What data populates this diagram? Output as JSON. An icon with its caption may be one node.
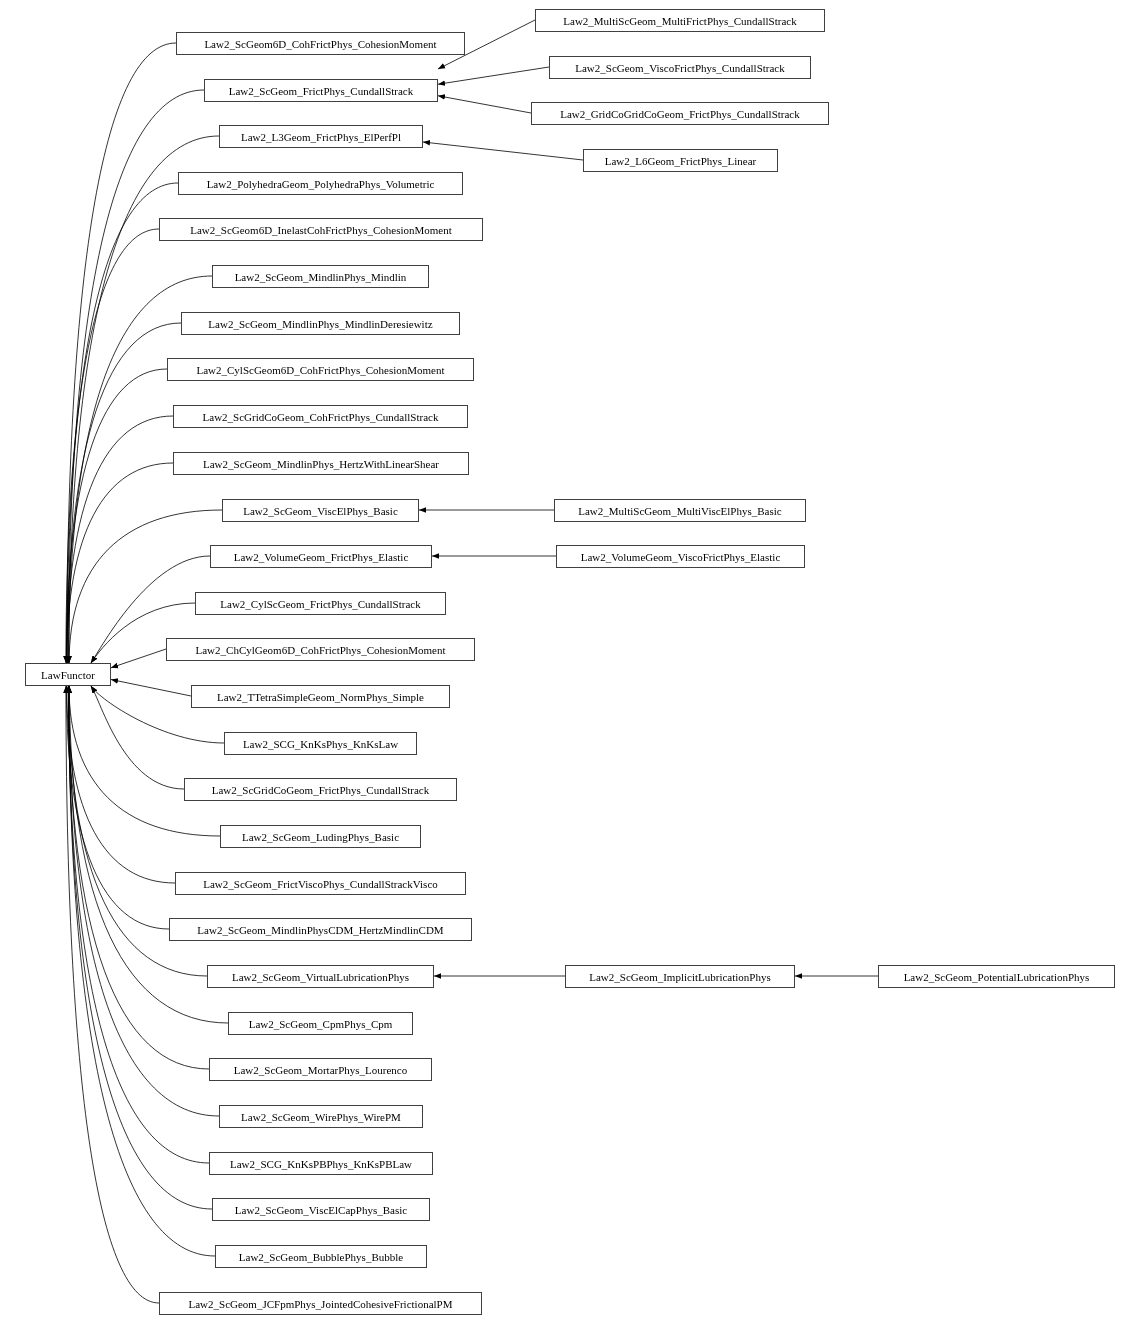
{
  "diagram": {
    "nodes": [
      {
        "text": [
          "LawFunctor"
        ]
      },
      {
        "text": [
          "Law2_ScGeom6D_CohFrictPhys_CohesionMoment"
        ]
      },
      {
        "text": [
          "Law2_ScGeom_FrictPhys_CundallStrack"
        ]
      },
      {
        "text": [
          "Law2_L3Geom_FrictPhys_ElPerfPl"
        ]
      },
      {
        "text": [
          "Law2_PolyhedraGeom_PolyhedraPhys_Volumetric"
        ]
      },
      {
        "text": [
          "Law2_ScGeom6D_InelastCohFrictPhys_CohesionMoment"
        ]
      },
      {
        "text": [
          "Law2_ScGeom_MindlinPhys_Mindlin"
        ]
      },
      {
        "text": [
          "Law2_ScGeom_MindlinPhys_MindlinDeresiewitz"
        ]
      },
      {
        "text": [
          "Law2_CylScGeom6D_CohFrictPhys_CohesionMoment"
        ]
      },
      {
        "text": [
          "Law2_ScGridCoGeom_CohFrictPhys_CundallStrack"
        ]
      },
      {
        "text": [
          "Law2_ScGeom_MindlinPhys_HertzWithLinearShear"
        ]
      },
      {
        "text": [
          "Law2_ScGeom_ViscElPhys_Basic"
        ]
      },
      {
        "text": [
          "Law2_VolumeGeom_FrictPhys_Elastic"
        ]
      },
      {
        "text": [
          "Law2_CylScGeom_FrictPhys_CundallStrack"
        ]
      },
      {
        "text": [
          "Law2_ChCylGeom6D_CohFrictPhys_CohesionMoment"
        ]
      },
      {
        "text": [
          "Law2_TTetraSimpleGeom_NormPhys_Simple"
        ]
      },
      {
        "text": [
          "Law2_SCG_KnKsPhys_KnKsLaw"
        ]
      },
      {
        "text": [
          "Law2_ScGridCoGeom_FrictPhys_CundallStrack"
        ]
      },
      {
        "text": [
          "Law2_ScGeom_LudingPhys_Basic"
        ]
      },
      {
        "text": [
          "Law2_ScGeom_FrictViscoPhys_CundallStrackVisco"
        ]
      },
      {
        "text": [
          "Law2_ScGeom_MindlinPhysCDM_HertzMindlinCDM"
        ]
      },
      {
        "text": [
          "Law2_ScGeom_VirtualLubricationPhys"
        ]
      },
      {
        "text": [
          "Law2_ScGeom_CpmPhys_Cpm"
        ]
      },
      {
        "text": [
          "Law2_ScGeom_MortarPhys_Lourenco"
        ]
      },
      {
        "text": [
          "Law2_ScGeom_WirePhys_WirePM"
        ]
      },
      {
        "text": [
          "Law2_SCG_KnKsPBPhys_KnKsPBLaw"
        ]
      },
      {
        "text": [
          "Law2_ScGeom_ViscElCapPhys_Basic"
        ]
      },
      {
        "text": [
          "Law2_ScGeom_BubblePhys_Bubble"
        ]
      },
      {
        "text": [
          "Law2_ScGeom_JCFpmPhys_JointedCohesiveFrictionalPM"
        ]
      },
      {
        "text": [
          "Law2_MultiScGeom_MultiFrictPhys_CundallStrack"
        ]
      },
      {
        "text": [
          "Law2_ScGeom_ViscoFrictPhys_CundallStrack"
        ]
      },
      {
        "text": [
          "Law2_GridCoGridCoGeom_FrictPhys_CundallStrack"
        ]
      },
      {
        "text": [
          "Law2_L6Geom_FrictPhys_Linear"
        ]
      },
      {
        "text": [
          "Law2_MultiScGeom_MultiViscElPhys_Basic"
        ]
      },
      {
        "text": [
          "Law2_VolumeGeom_ViscoFrictPhys_Elastic"
        ]
      },
      {
        "text": [
          "Law2_ScGeom_ImplicitLubricationPhys"
        ]
      },
      {
        "text": [
          "Law2_ScGeom_PotentialLubricationPhys"
        ]
      }
    ],
    "edges": [
      {
        "from": 1,
        "to": 0,
        "arrow": "to"
      },
      {
        "from": 2,
        "to": 0,
        "arrow": "to"
      },
      {
        "from": 3,
        "to": 0,
        "arrow": "to"
      },
      {
        "from": 4,
        "to": 0,
        "arrow": "to"
      },
      {
        "from": 5,
        "to": 0,
        "arrow": "to"
      },
      {
        "from": 6,
        "to": 0,
        "arrow": "to"
      },
      {
        "from": 7,
        "to": 0,
        "arrow": "to"
      },
      {
        "from": 8,
        "to": 0,
        "arrow": "to"
      },
      {
        "from": 9,
        "to": 0,
        "arrow": "to"
      },
      {
        "from": 10,
        "to": 0,
        "arrow": "to"
      },
      {
        "from": 11,
        "to": 0,
        "arrow": "to"
      },
      {
        "from": 12,
        "to": 0,
        "arrow": "to"
      },
      {
        "from": 13,
        "to": 0,
        "arrow": "to"
      },
      {
        "from": 14,
        "to": 0,
        "arrow": "to"
      },
      {
        "from": 15,
        "to": 0,
        "arrow": "to"
      },
      {
        "from": 16,
        "to": 0,
        "arrow": "to"
      },
      {
        "from": 17,
        "to": 0,
        "arrow": "to"
      },
      {
        "from": 18,
        "to": 0,
        "arrow": "to"
      },
      {
        "from": 19,
        "to": 0,
        "arrow": "to"
      },
      {
        "from": 20,
        "to": 0,
        "arrow": "to"
      },
      {
        "from": 21,
        "to": 0,
        "arrow": "to"
      },
      {
        "from": 22,
        "to": 0,
        "arrow": "to"
      },
      {
        "from": 23,
        "to": 0,
        "arrow": "to"
      },
      {
        "from": 24,
        "to": 0,
        "arrow": "to"
      },
      {
        "from": 25,
        "to": 0,
        "arrow": "to"
      },
      {
        "from": 26,
        "to": 0,
        "arrow": "to"
      },
      {
        "from": 27,
        "to": 0,
        "arrow": "to"
      },
      {
        "from": 28,
        "to": 0,
        "arrow": "to"
      },
      {
        "from": 29,
        "to": 2,
        "arrow": "to"
      },
      {
        "from": 30,
        "to": 2,
        "arrow": "to"
      },
      {
        "from": 31,
        "to": 2,
        "arrow": "to"
      },
      {
        "from": 32,
        "to": 3,
        "arrow": "to"
      },
      {
        "from": 33,
        "to": 11,
        "arrow": "to"
      },
      {
        "from": 34,
        "to": 12,
        "arrow": "to"
      },
      {
        "from": 35,
        "to": 21,
        "arrow": "to"
      },
      {
        "from": 36,
        "to": 35,
        "arrow": "to"
      }
    ]
  }
}
